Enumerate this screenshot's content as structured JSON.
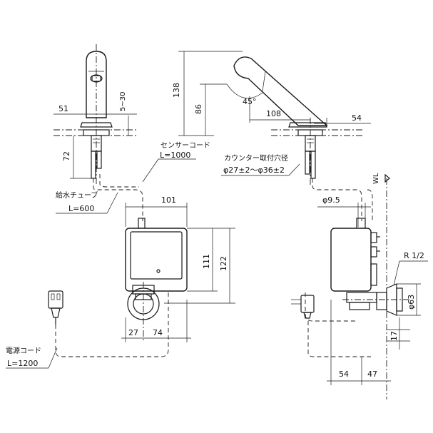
{
  "dimensions": {
    "d51": "51",
    "d5_30": "5~30",
    "d72": "72",
    "d138": "138",
    "d86": "86",
    "d45": "45°",
    "d108": "108",
    "d54_top": "54",
    "d101": "101",
    "d111": "111",
    "d122": "122",
    "d27": "27",
    "d74": "74",
    "d9_5": "φ9.5",
    "d63": "φ63",
    "d17": "17",
    "d54_bottom": "54",
    "d47": "47"
  },
  "labels": {
    "sensor_cord_name": "センサーコード",
    "sensor_cord_len": "L=1000",
    "counter_hole_name": "カウンター取付穴径",
    "counter_hole_size": "φ27±2～φ36±2",
    "supply_tube_name": "給水チューブ",
    "supply_tube_len": "L=600",
    "power_cord_name": "電源コード",
    "power_cord_len": "L=1200",
    "wl": "WL",
    "thread": "R 1/2"
  },
  "colors": {
    "line": "#1a1a1a",
    "background": "#ffffff"
  }
}
